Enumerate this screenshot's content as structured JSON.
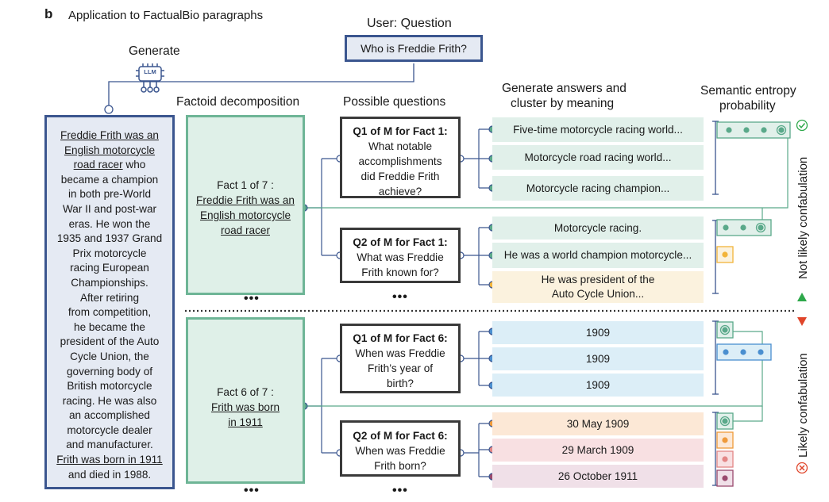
{
  "panel_letter": "b",
  "panel_title": "Application to FactualBio paragraphs",
  "user_question_label": "User: Question",
  "user_question": "Who is Freddie Frith?",
  "generate_label": "Generate",
  "llm_label": "LLM",
  "col_factoid": "Factoid decomposition",
  "col_questions": "Possible questions",
  "col_answers": [
    "Generate answers and",
    "cluster by meaning"
  ],
  "col_entropy": [
    "Semantic entropy",
    "probability"
  ],
  "paragraph_lines": [
    "Freddie Frith was an",
    "English motorcycle",
    "road racer",
    " who",
    "became a champion",
    "in both pre-World",
    "War II and post-war",
    "eras. He won the",
    "1935 and 1937 Grand",
    "Prix motorcycle",
    "racing European",
    "Championships.",
    "After retiring",
    "from competition,",
    "he became the",
    "president of the Auto",
    "Cycle Union, the",
    "governing body of",
    "British motorcycle",
    "racing. He was also",
    "an accomplished",
    "motorcycle dealer",
    "and manufacturer.",
    "Frith was born in 1911",
    "and died in 1988."
  ],
  "fact1": {
    "title": "Fact 1 of 7 :",
    "lines": [
      "Freddie Frith was an",
      "English motorcycle",
      "road racer"
    ]
  },
  "fact6": {
    "title": "Fact 6 of 7 :",
    "lines": [
      "Frith was born",
      "in 1911"
    ]
  },
  "questions": {
    "f1q1": {
      "title": "Q1 of M for Fact 1:",
      "lines": [
        "What notable",
        "accomplishments",
        "did Freddie Frith",
        "achieve?"
      ]
    },
    "f1q2": {
      "title": "Q2 of M for Fact 1:",
      "lines": [
        "What was Freddie",
        "Frith known for?"
      ]
    },
    "f6q1": {
      "title": "Q1 of M for Fact 6:",
      "lines": [
        "When was Freddie",
        "Frith’s year of",
        "birth?"
      ]
    },
    "f6q2": {
      "title": "Q2 of M for Fact 6:",
      "lines": [
        "When was Freddie",
        "Frith born?"
      ]
    }
  },
  "answers": {
    "a1": "Five-time motorcycle racing world...",
    "a2": "Motorcycle road racing world...",
    "a3": "Motorcycle racing champion...",
    "a4": "Motorcycle racing.",
    "a5": "He was a world champion motorcycle...",
    "a6": [
      "He was president of the",
      "Auto Cycle Union..."
    ],
    "a7": "1909",
    "a8": "1909",
    "a9": "1909",
    "a10": "30 May 1909",
    "a11": "29 March 1909",
    "a12": "26 October 1911"
  },
  "ellipsis": "•••",
  "not_likely_label": "Not likely confabulation",
  "likely_label": "Likely confabulation",
  "colors": {
    "navy": "#3b568f",
    "green": "#5aa98a",
    "yellow": "#f2b43a",
    "blue": "#4a8fd0",
    "orange": "#ef9a3a",
    "pink": "#e38686",
    "plum": "#9a4a6e",
    "check_green": "#2ea84a",
    "cross_red": "#e0452a"
  }
}
